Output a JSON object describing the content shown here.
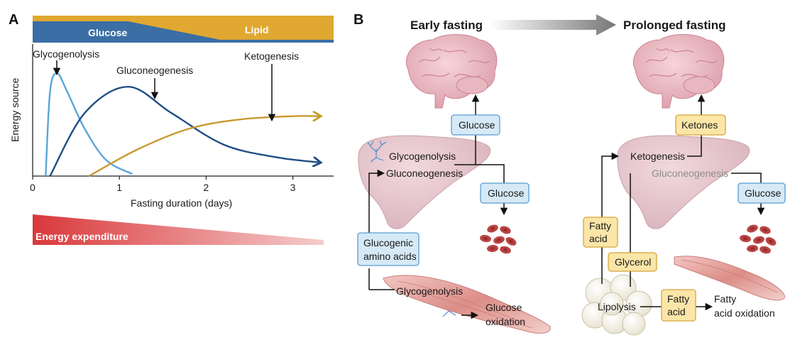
{
  "panel_a": {
    "letter": "A",
    "bar": {
      "glucose_label": "Glucose",
      "lipid_label": "Lipid",
      "glucose_color": "#3a6ea5",
      "lipid_color": "#e0a830"
    },
    "curve_labels": {
      "glycogenolysis": "Glycogenolysis",
      "gluconeogenesis": "Gluconeogenesis",
      "ketogenesis": "Ketogenesis"
    },
    "y_label": "Energy source",
    "x_label": "Fasting duration (days)",
    "x_ticks": [
      "0",
      "1",
      "2",
      "3"
    ],
    "energy_label": "Energy expenditure"
  },
  "chart_data": {
    "type": "line",
    "xlabel": "Fasting duration (days)",
    "ylabel": "Energy source",
    "xlim": [
      0,
      3.4
    ],
    "x_ticks": [
      0,
      1,
      2,
      3
    ],
    "series": [
      {
        "name": "Glycogenolysis",
        "color": "#5aa5d6",
        "x": [
          0.15,
          0.2,
          0.28,
          0.4,
          0.6,
          0.85,
          1.15
        ],
        "y": [
          0,
          0.8,
          0.98,
          0.8,
          0.45,
          0.15,
          0.02
        ]
      },
      {
        "name": "Gluconeogenesis",
        "color": "#1f4e85",
        "x": [
          0.2,
          0.6,
          1.1,
          1.6,
          2.2,
          2.8,
          3.3
        ],
        "y": [
          0,
          0.6,
          0.85,
          0.6,
          0.3,
          0.18,
          0.13
        ]
      },
      {
        "name": "Ketogenesis",
        "color": "#c99a2e",
        "x": [
          0.65,
          1.2,
          1.8,
          2.4,
          3.0,
          3.3
        ],
        "y": [
          0,
          0.25,
          0.45,
          0.54,
          0.57,
          0.57
        ]
      }
    ]
  },
  "panel_b": {
    "letter": "B",
    "early_title": "Early fasting",
    "prolonged_title": "Prolonged fasting",
    "early": {
      "liver_line1": "Glycogenolysis",
      "liver_line2": "Gluconeogenesis",
      "glucose_top": "Glucose",
      "glucose_rbc": "Glucose",
      "amino": [
        "Glucogenic",
        "amino acids"
      ],
      "muscle_glycogenolysis": "Glycogenolysis",
      "glucose_oxidation": [
        "Glucose",
        "oxidation"
      ]
    },
    "prolonged": {
      "ketogenesis": "Ketogenesis",
      "gluconeogenesis": "Gluconeogenesis",
      "ketones": "Ketones",
      "glucose_rbc": "Glucose",
      "fatty_acid_box": [
        "Fatty",
        "acid"
      ],
      "glycerol": "Glycerol",
      "lipolysis": "Lipolysis",
      "fatty_acid_box2": [
        "Fatty",
        "acid"
      ],
      "fatty_acid_oxidation": [
        "Fatty",
        "acid oxidation"
      ]
    }
  }
}
